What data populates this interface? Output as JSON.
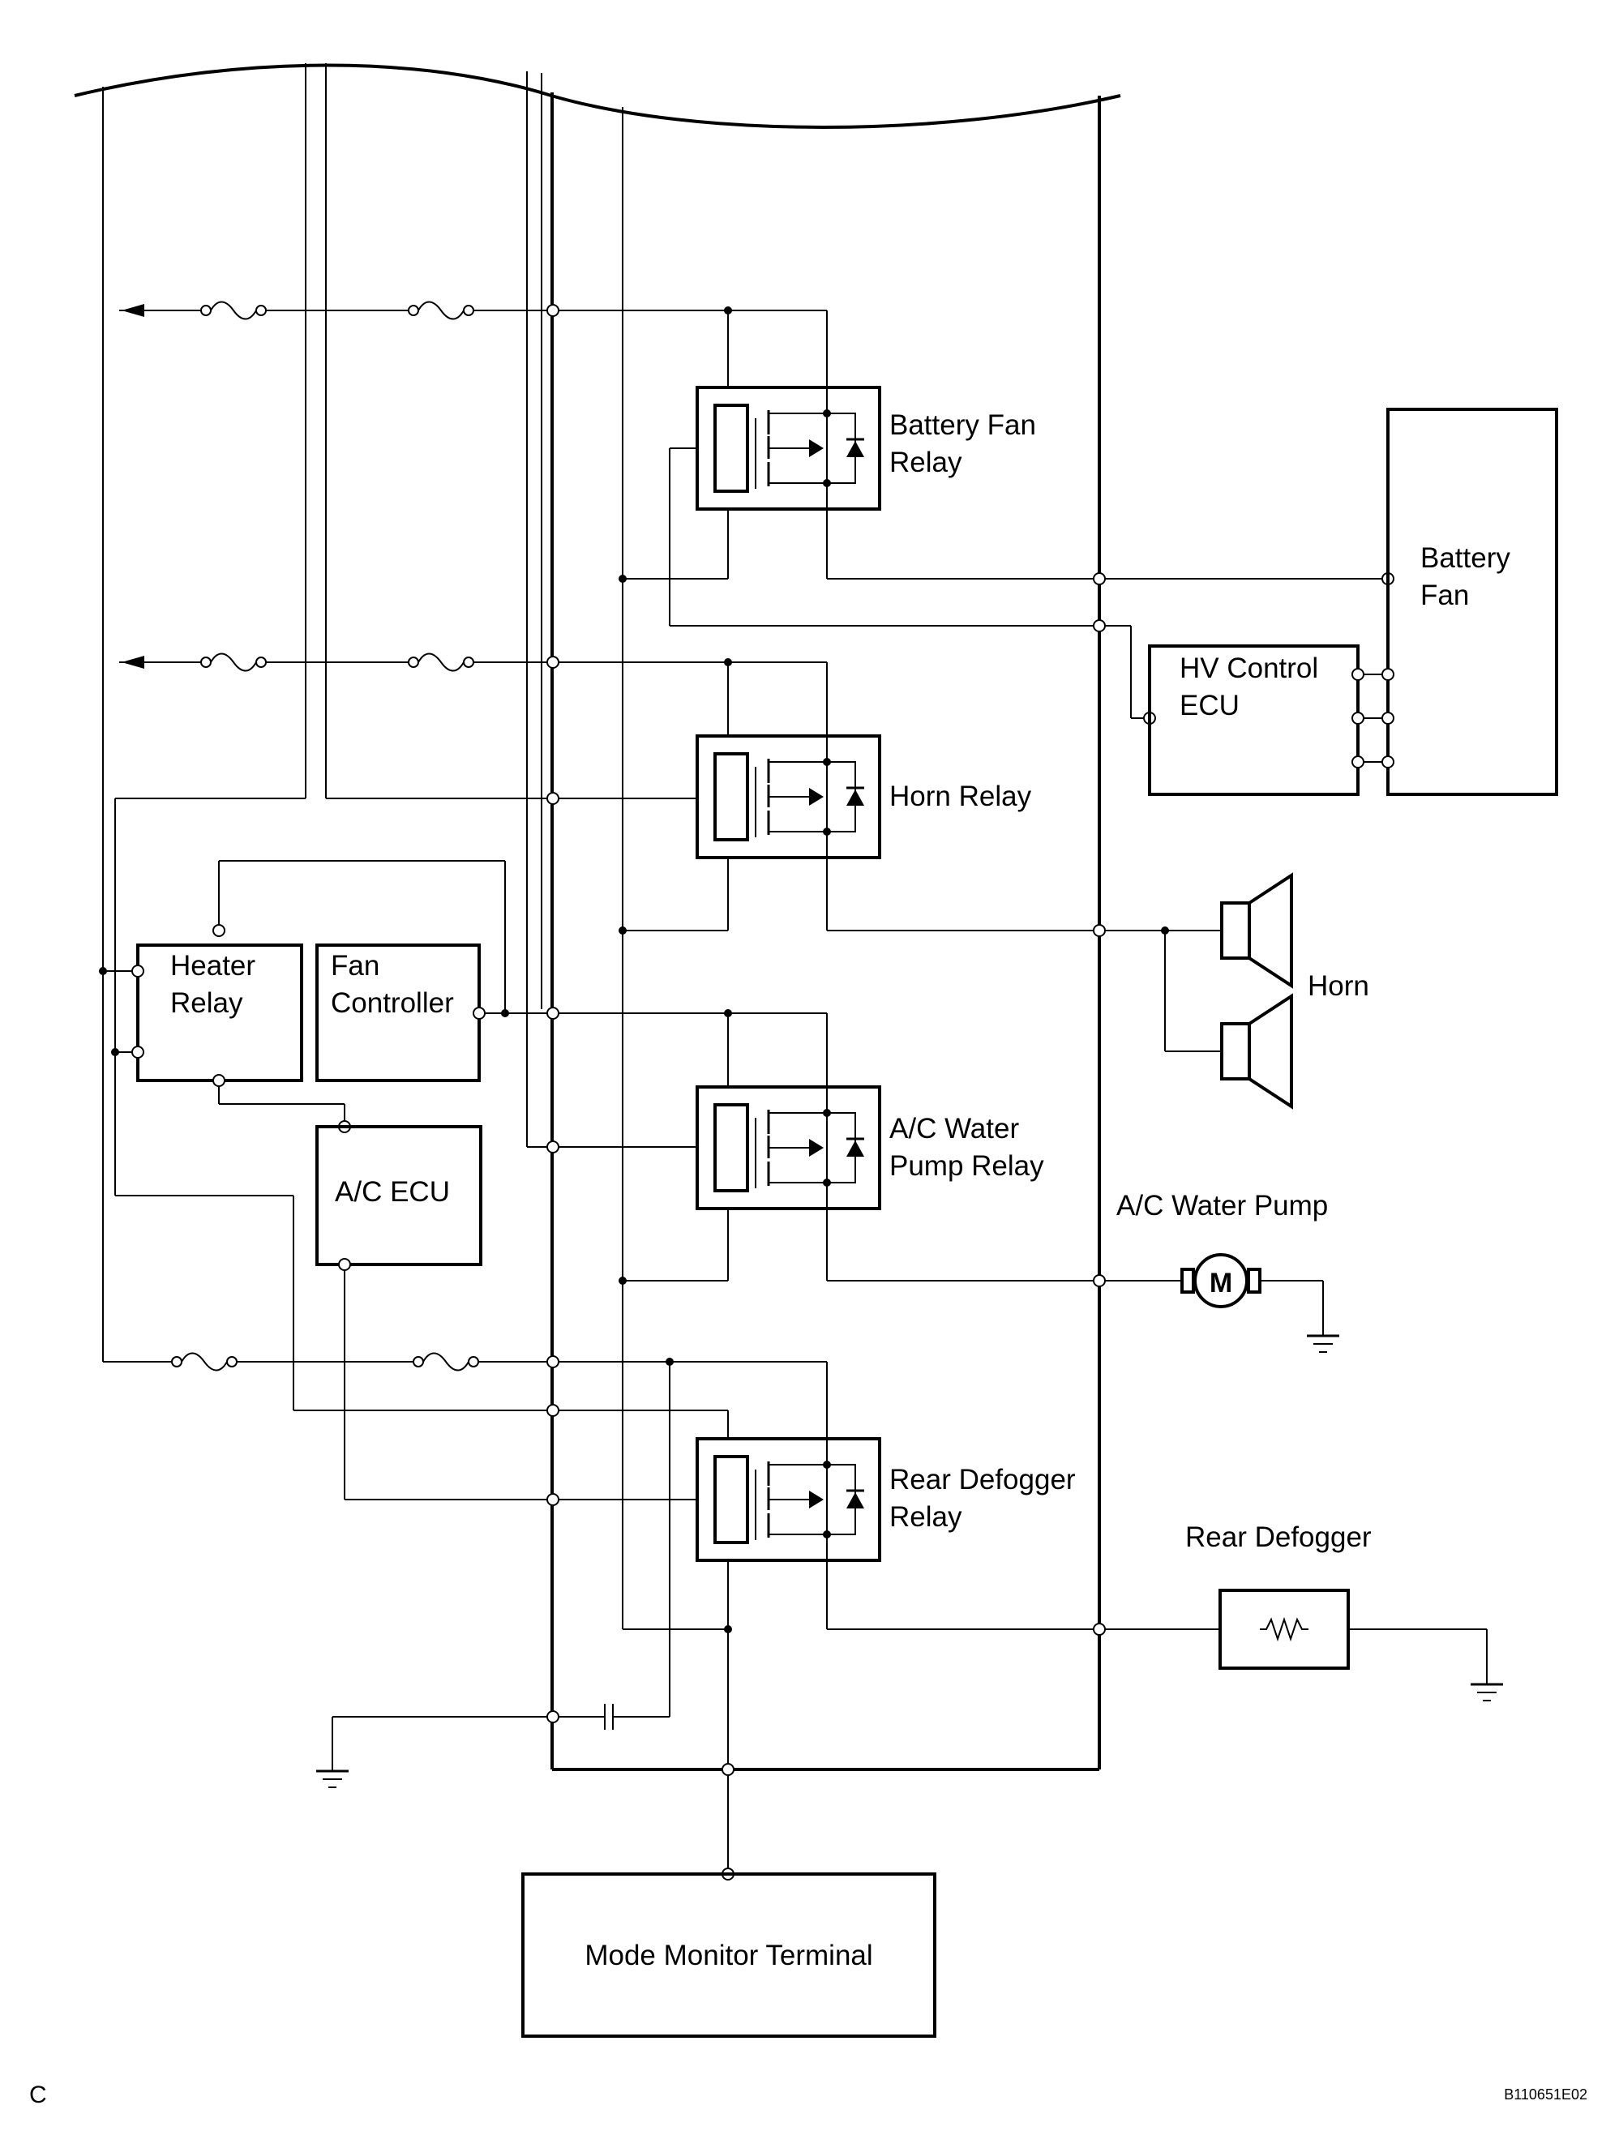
{
  "labels": {
    "battery_fan_relay": [
      "Battery Fan",
      "Relay"
    ],
    "battery_fan": [
      "Battery",
      "Fan"
    ],
    "hv_control_ecu": [
      "HV Control",
      "ECU"
    ],
    "horn_relay": "Horn Relay",
    "horn": "Horn",
    "heater_relay": [
      "Heater",
      "Relay"
    ],
    "fan_controller": [
      "Fan",
      "Controller"
    ],
    "ac_water_pump_relay": [
      "A/C Water",
      "Pump Relay"
    ],
    "ac_water_pump": "A/C Water Pump",
    "ac_ecu": "A/C ECU",
    "rear_defogger_relay": [
      "Rear Defogger",
      "Relay"
    ],
    "rear_defogger": "Rear Defogger",
    "mode_monitor_terminal": "Mode Monitor Terminal",
    "motor_symbol": "M"
  },
  "footer": {
    "corner_letter": "C",
    "figure_id": "B110651E02"
  },
  "colors": {
    "line": "#000000",
    "background": "#ffffff"
  }
}
